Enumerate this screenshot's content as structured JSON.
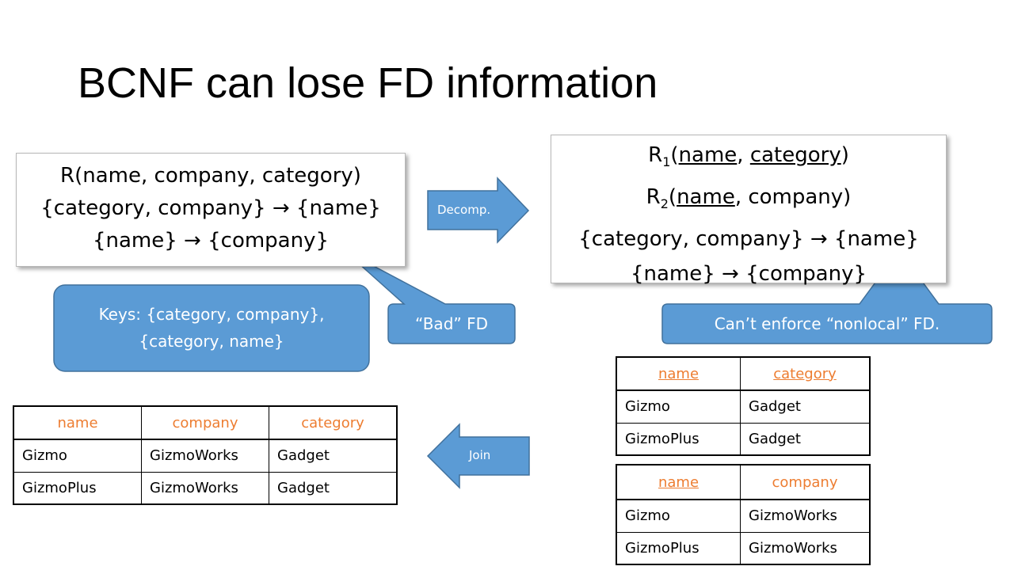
{
  "title": "BCNF can lose FD information",
  "relation_box": {
    "line1": "R(name, company, category)",
    "line2": "{category, company} → {name}",
    "line3": "{name} → {company}"
  },
  "decomposed_box": {
    "r1_prefix": "R",
    "r1_sub": "1",
    "r1_attr1": "name",
    "r1_sep": ", ",
    "r1_attr2": "category",
    "r2_prefix": "R",
    "r2_sub": "2",
    "r2_attr1": "name",
    "r2_rest": ", company)",
    "line3": "{category, company} → {name}",
    "line4": "{name} → {company}"
  },
  "arrows": {
    "decomp_label": "Decomp.",
    "join_label": "Join"
  },
  "callouts": {
    "keys_line1": "Keys:  {category, company},",
    "keys_line2": "{category, name}",
    "bad_fd": "“Bad” FD",
    "nonlocal": "Can’t enforce “nonlocal” FD."
  },
  "colors": {
    "callout_fill": "#5b9bd5",
    "callout_stroke": "#41719c",
    "header_text": "#ed7d31"
  },
  "table_full": {
    "headers": [
      "name",
      "company",
      "category"
    ],
    "rows": [
      [
        "Gizmo",
        "GizmoWorks",
        "Gadget"
      ],
      [
        "GizmoPlus",
        "GizmoWorks",
        "Gadget"
      ]
    ]
  },
  "table_r1": {
    "headers": [
      "name",
      "category"
    ],
    "rows": [
      [
        "Gizmo",
        "Gadget"
      ],
      [
        "GizmoPlus",
        "Gadget"
      ]
    ]
  },
  "table_r2": {
    "headers": [
      "name",
      "company"
    ],
    "rows": [
      [
        "Gizmo",
        "GizmoWorks"
      ],
      [
        "GizmoPlus",
        "GizmoWorks"
      ]
    ]
  }
}
